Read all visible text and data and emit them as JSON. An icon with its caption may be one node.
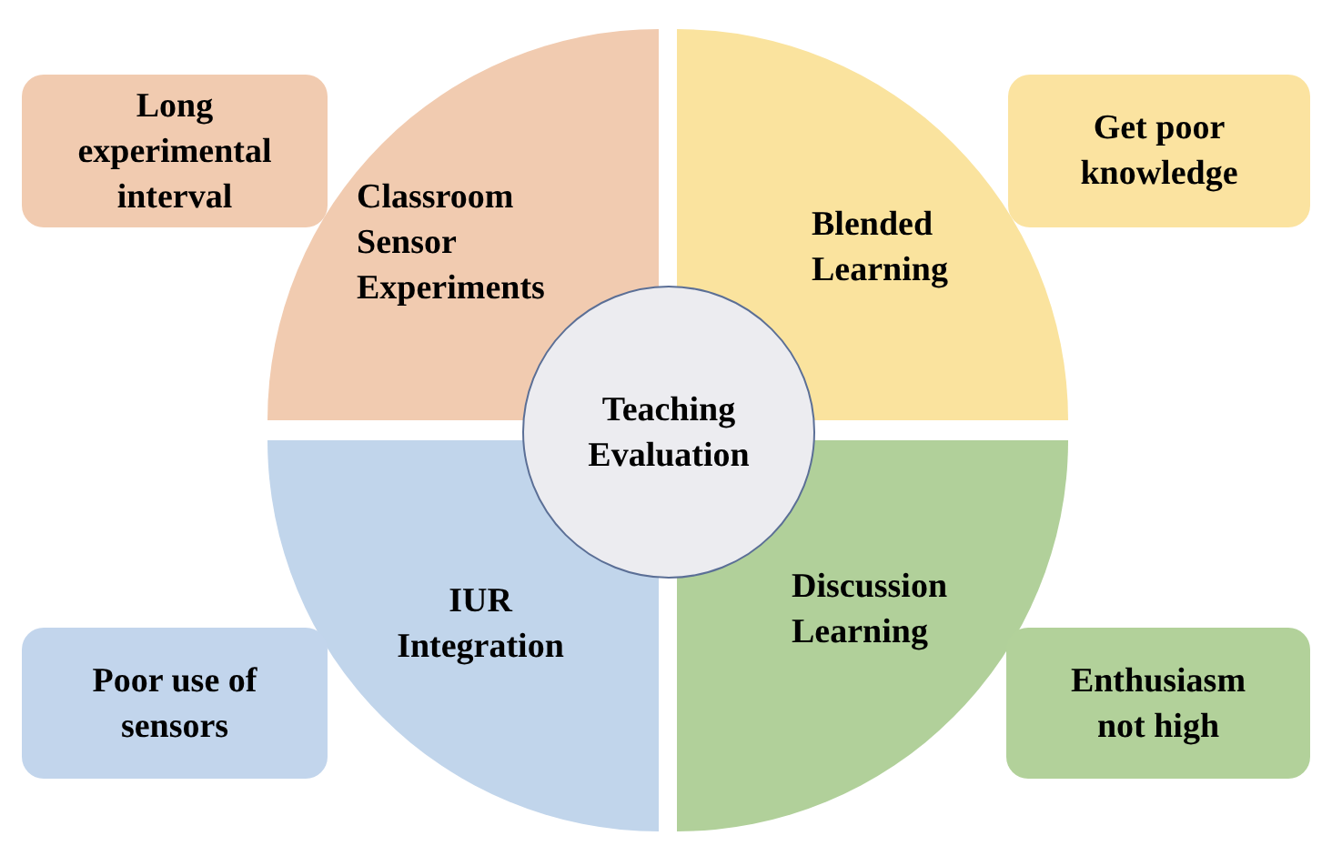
{
  "diagram": {
    "nodes": [
      {
        "text": [
          "Long experimental interval"
        ]
      },
      {
        "text": [
          "Classroom Sensor Experiments"
        ]
      },
      {
        "text": [
          "Blended Learning"
        ]
      },
      {
        "text": [
          "Get poor knowledge"
        ]
      },
      {
        "text": [
          "Teaching Evaluation"
        ]
      },
      {
        "text": [
          "IUR Integration"
        ]
      },
      {
        "text": [
          "Discussion Learning"
        ]
      },
      {
        "text": [
          "Poor use of sensors"
        ]
      },
      {
        "text": [
          "Enthusiasm not high"
        ]
      }
    ]
  }
}
